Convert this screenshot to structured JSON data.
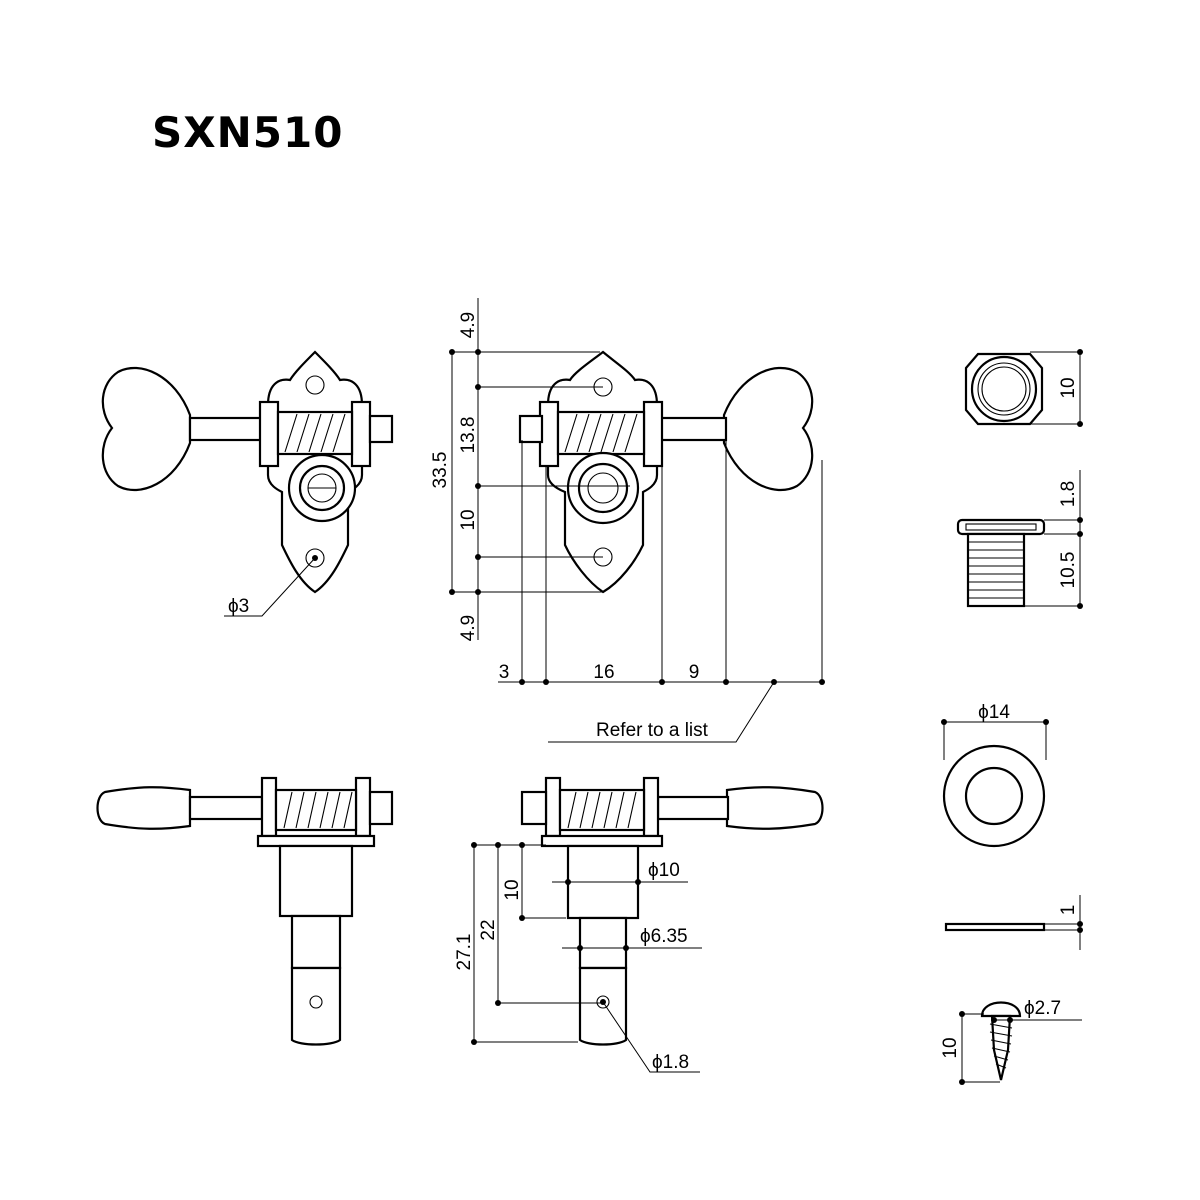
{
  "title": "SXN510",
  "dimensions": {
    "front_left_hole": "ϕ3",
    "front_top": "4.9",
    "front_hole_to_string": "13.8",
    "front_overall_height": "33.5",
    "front_string_to_hole": "10",
    "front_bottom": "4.9",
    "front_width_a": "3",
    "front_width_b": "16",
    "front_width_c": "9",
    "button_note": "Refer to a list",
    "side_overall": "27.1",
    "side_hole_depth": "22",
    "side_bushing_len": "10",
    "side_bushing_dia": "ϕ10",
    "side_post_dia": "ϕ6.35",
    "side_string_hole": "ϕ1.8",
    "nut_width": "10",
    "bushing_flange": "1.8",
    "bushing_length": "10.5",
    "washer_dia": "ϕ14",
    "washer_thickness": "1",
    "screw_head_dia": "ϕ2.7",
    "screw_length": "10"
  }
}
